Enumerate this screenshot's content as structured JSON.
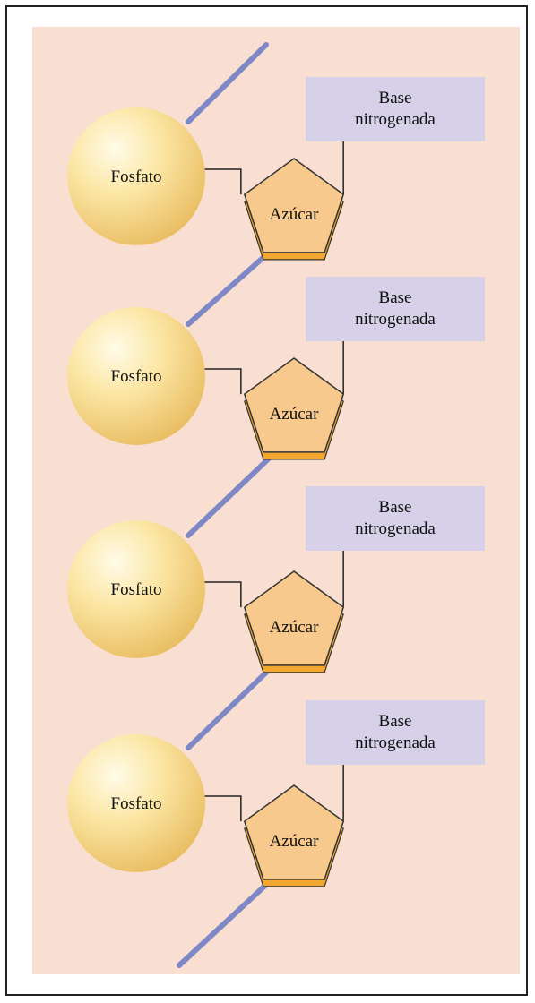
{
  "units": [
    {
      "phosphate_label": "Fosfato",
      "sugar_label": "Azúcar",
      "base_label": "Base\nnitrogenada"
    },
    {
      "phosphate_label": "Fosfato",
      "sugar_label": "Azúcar",
      "base_label": "Base\nnitrogenada"
    },
    {
      "phosphate_label": "Fosfato",
      "sugar_label": "Azúcar",
      "base_label": "Base\nnitrogenada"
    },
    {
      "phosphate_label": "Fosfato",
      "sugar_label": "Azúcar",
      "base_label": "Base\nnitrogenada"
    }
  ],
  "colors": {
    "background": "#f9dfd1",
    "backbone": "#7f88c6",
    "phosphate_highlight": "#fffbe8",
    "phosphate_mid": "#fbe6a3",
    "phosphate_edge": "#e9bd62",
    "sugar_fill": "#f7c98c",
    "sugar_shadow": "#f2a830",
    "base_box": "#d6d0e8",
    "connector": "#222222"
  }
}
